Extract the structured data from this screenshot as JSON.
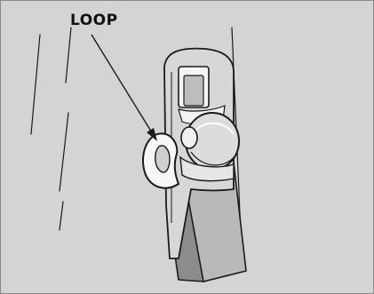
{
  "figure": {
    "callout_label": "LOOP",
    "colors": {
      "background": "#d4d4d4",
      "line": "#1a1a1a",
      "highlight": "#ffffff",
      "belt_face": "#b9b9b9",
      "belt_shadow": "#8c8c8c"
    },
    "icons": [
      "seat-belt-anchor-illustration",
      "callout-arrow"
    ]
  }
}
